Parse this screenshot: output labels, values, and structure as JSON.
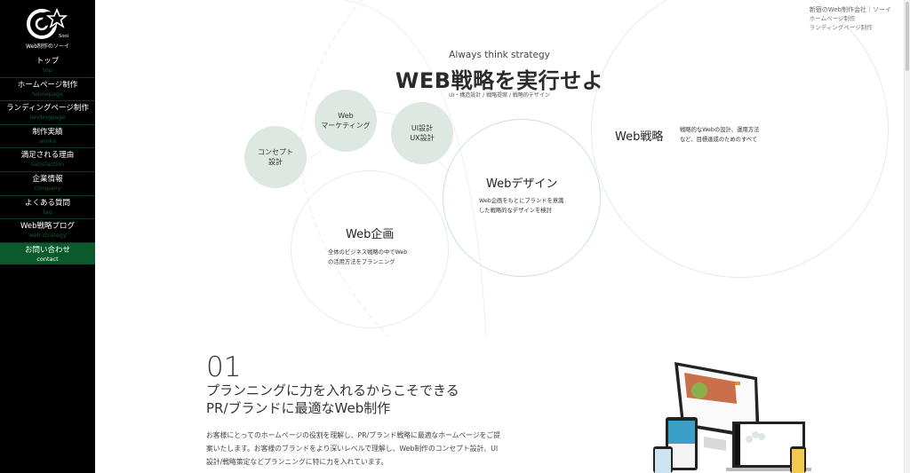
{
  "sidebar": {
    "logo_text": "Sooi",
    "logo_subtitle": "Web制作のソーイ",
    "items": [
      {
        "label": "トップ",
        "sub": "top"
      },
      {
        "label": "ホームページ制作",
        "sub": "homepage"
      },
      {
        "label": "ランディングページ制作",
        "sub": "landingpage"
      },
      {
        "label": "制作実績",
        "sub": "works"
      },
      {
        "label": "満足される理由",
        "sub": "satisfaction"
      },
      {
        "label": "企業情報",
        "sub": "company"
      },
      {
        "label": "よくある質問",
        "sub": "faq"
      },
      {
        "label": "Web戦略ブログ",
        "sub": "web strategy"
      },
      {
        "label": "お問い合わせ",
        "sub": "contact"
      }
    ],
    "colors": {
      "background": "#000000",
      "accent": "#0a5a2c",
      "sub_text": "#0e5a30"
    }
  },
  "header_links": {
    "company": "新宿のWeb制作会社｜ソーイ",
    "links": [
      "ホームページ制作",
      "ランディングページ制作"
    ]
  },
  "hero": {
    "tagline": "Always think strategy",
    "title": "WEB戦略を実行せよ",
    "subtitle": "UI・構造設計 / 戦略提案 / 戦略的デザイン"
  },
  "bubbles": {
    "concept": "コンセプト\n設計",
    "marketing_line1": "Web",
    "marketing_line2": "マーケティング",
    "ui_line1": "UI設計",
    "ui_line2": "UX設計",
    "color": "#dce8e1"
  },
  "circles": {
    "strategy": {
      "title": "Web戦略",
      "desc1": "戦略的なWebの設計、運用方法",
      "desc2": "など、目標達成のためのすべて"
    },
    "design": {
      "title": "Webデザイン",
      "desc1": "Web企画をもとにブランドを意識",
      "desc2": "した戦略的なデザインを検討"
    },
    "planning": {
      "title": "Web企画",
      "desc1": "全体のビジネス戦略の中でWeb",
      "desc2": "の活用方法をプランニング"
    }
  },
  "section01": {
    "number": "01",
    "heading_line1": "プランニングに力を入れるからこそできる",
    "heading_line2": "PR/ブランドに最適なWeb制作",
    "body_line1": "お客様にとってのホームページの役割を理解し、PR/ブランド戦略に最適なホームページをご提",
    "body_line2": "案いたします。お客様のブランドをより深いレベルで理解し、Web制作のコンセプト設計、UI",
    "body_line3": "設計/戦略策定などプランニングに特に力を入れています。"
  }
}
